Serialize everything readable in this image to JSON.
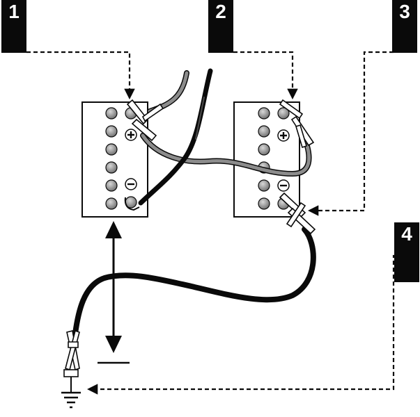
{
  "steps": [
    {
      "id": "1",
      "label": "1"
    },
    {
      "id": "2",
      "label": "2"
    },
    {
      "id": "3",
      "label": "3"
    },
    {
      "id": "4",
      "label": "4"
    }
  ],
  "batteries": [
    {
      "name": "left-battery",
      "cells": 6,
      "positive_symbol": "+",
      "negative_symbol": "−"
    },
    {
      "name": "right-battery",
      "cells": 6,
      "positive_symbol": "+",
      "negative_symbol": "−"
    }
  ],
  "colors": {
    "ink": "#0a0a0a",
    "positive_cable": "#8c8c8c",
    "negative_cable": "#111111",
    "battery_fill": "#ffffff",
    "cell_fill": "#9a9a9a",
    "background": "#ffffff"
  },
  "icons": [
    "ground-icon",
    "clamp-icon",
    "double-arrow-icon"
  ]
}
